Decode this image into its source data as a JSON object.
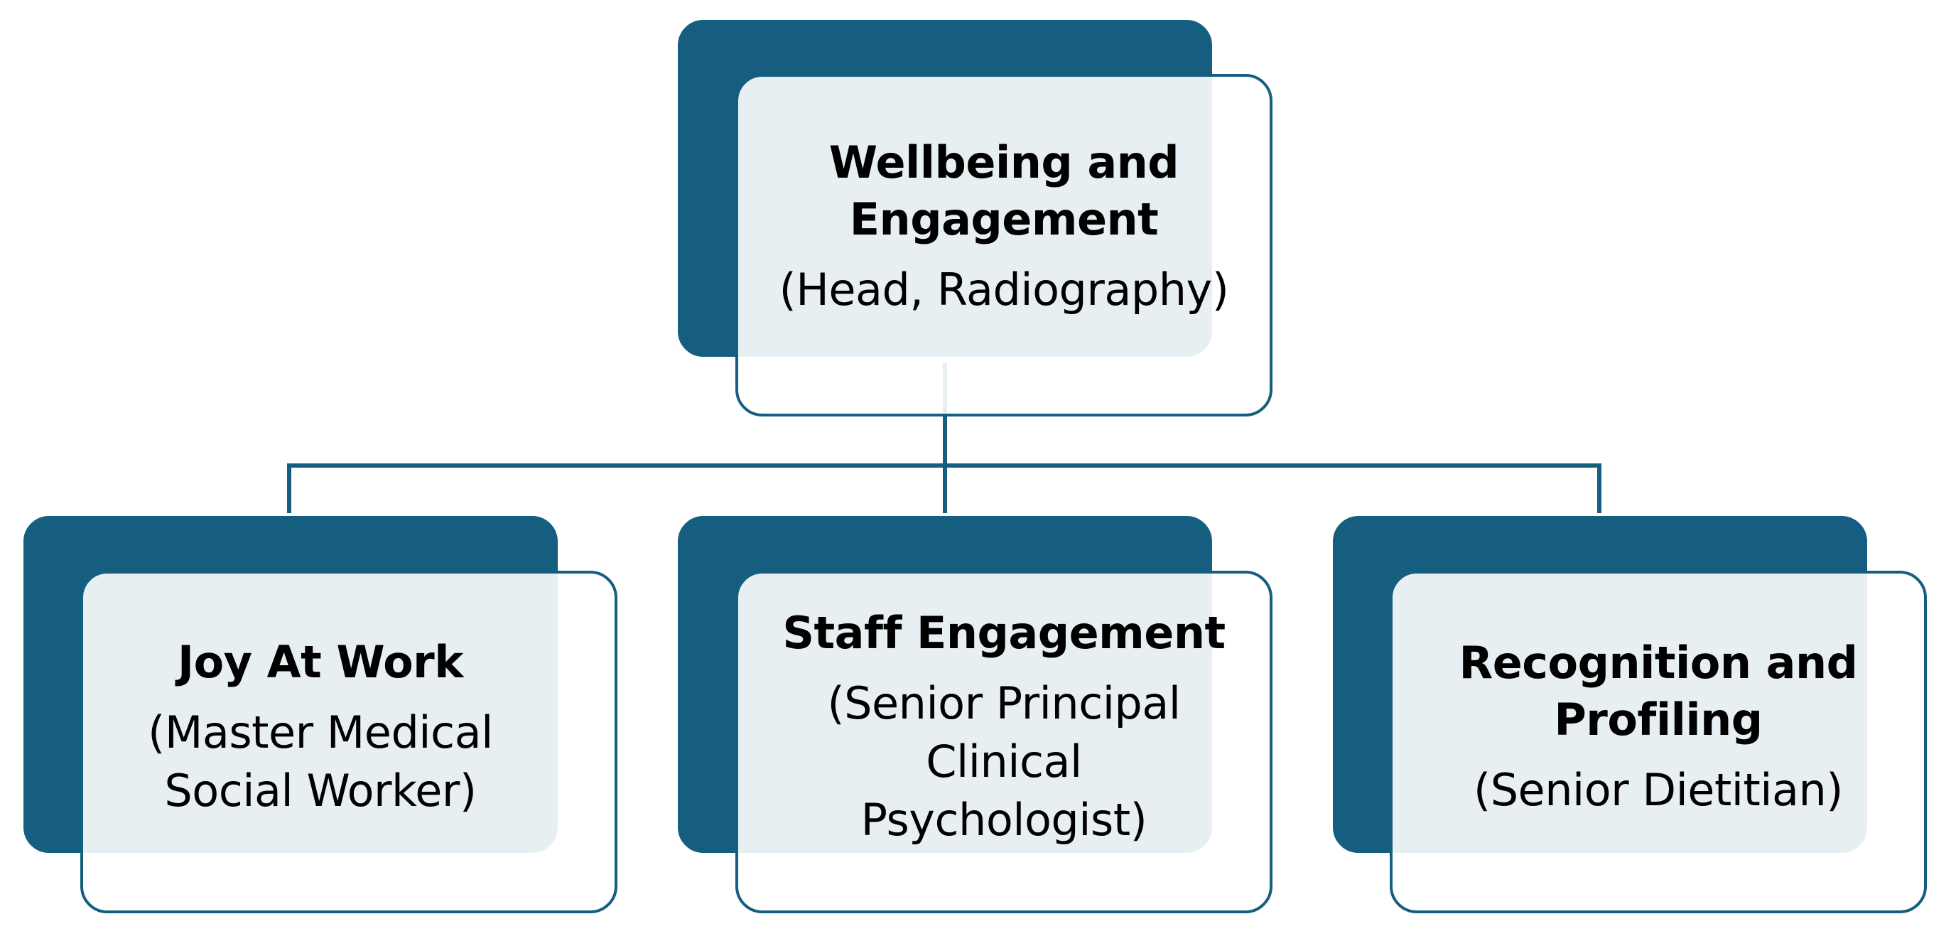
{
  "colors": {
    "accent": "#165e80",
    "panel": "#ffffff",
    "text": "#000000"
  },
  "root": {
    "title": "Wellbeing and Engagement",
    "subtitle": "(Head, Radiography)"
  },
  "children": [
    {
      "title": "Joy At Work",
      "subtitle": "(Master Medical Social Worker)"
    },
    {
      "title": "Staff Engagement",
      "subtitle": "(Senior Principal Clinical Psychologist)"
    },
    {
      "title": "Recognition and Profiling",
      "subtitle": "(Senior Dietitian)"
    }
  ]
}
